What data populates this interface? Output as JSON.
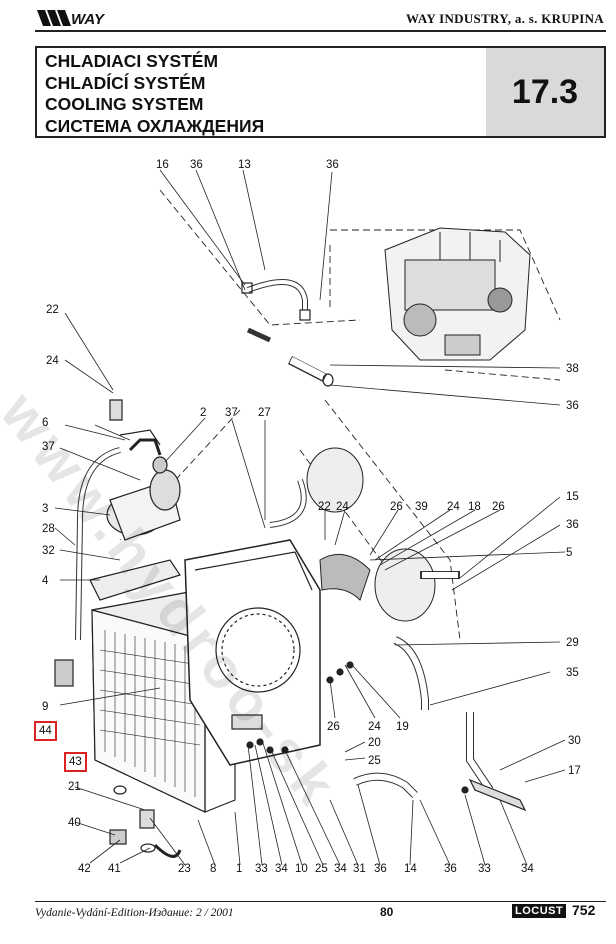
{
  "header": {
    "logo_text": "WAY",
    "company": "WAY INDUSTRY, a. s. KRUPINA"
  },
  "title": {
    "lines": [
      "CHLADIACI SYSTÉM",
      "CHLADÍCÍ SYSTÉM",
      "COOLING SYSTEM",
      "СИСТЕМА ОХЛАЖДЕНИЯ"
    ],
    "section": "17.3"
  },
  "watermark": "www.hydroo-sk",
  "callouts": {
    "c16": "16",
    "c36a": "36",
    "c13": "13",
    "c36b": "36",
    "c22a": "22",
    "c24a": "24",
    "c38": "38",
    "c36c": "36",
    "c6": "6",
    "c37a": "37",
    "c2": "2",
    "c37b": "37",
    "c27": "27",
    "c3": "3",
    "c28": "28",
    "c32": "32",
    "c4": "4",
    "c22b": "22",
    "c24b": "24",
    "c26a": "26",
    "c39": "39",
    "c24c": "24",
    "c18": "18",
    "c26b": "26",
    "c15": "15",
    "c36d": "36",
    "c5": "5",
    "c9": "9",
    "c29": "29",
    "c35": "35",
    "c26c": "26",
    "c24d": "24",
    "c19": "19",
    "c20": "20",
    "c25": "25",
    "c30": "30",
    "c17": "17",
    "c21": "21",
    "c40": "40",
    "c42": "42",
    "c41": "41",
    "c23": "23",
    "c8": "8",
    "c1": "1",
    "c33a": "33",
    "c34a": "34",
    "c10": "10",
    "c25b": "25",
    "c34b": "34",
    "c31": "31",
    "c36e": "36",
    "c14": "14",
    "c36f": "36",
    "c33b": "33",
    "c34c": "34"
  },
  "highlighted": {
    "h44": "44",
    "h43": "43"
  },
  "footer": {
    "edition": "Vydanie-Vydání-Edition-Издание: 2 / 2001",
    "page": "80",
    "brand": "LOCUST",
    "model": "752"
  }
}
